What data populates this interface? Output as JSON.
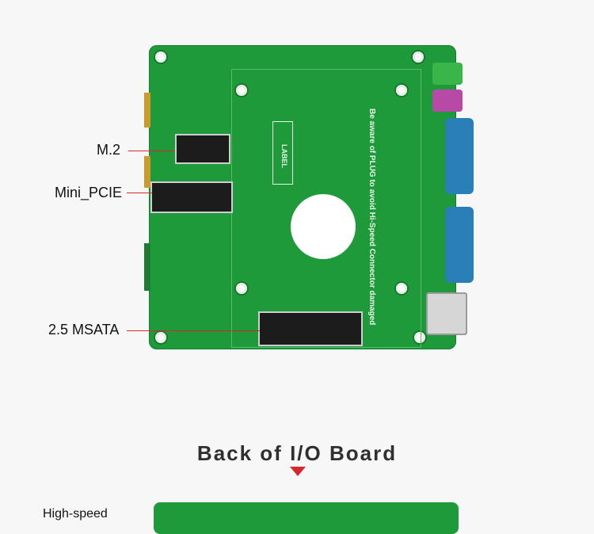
{
  "callouts": {
    "m2": "M.2",
    "mini_pcie": "Mini_PCIE",
    "msata": "2.5 MSATA"
  },
  "board": {
    "warning_text": "Be aware of PLUG to avoid Hi-Speed Connector damaged",
    "label_text": "LABEL"
  },
  "section": {
    "title": "Back of I/O Board"
  },
  "footer_partial": "High-speed",
  "colors": {
    "board": "#1f9a3a",
    "callout": "#d7282f",
    "port_blue": "#2a7fb8",
    "audio_green": "#39b54a",
    "audio_pink": "#b74aa6"
  }
}
